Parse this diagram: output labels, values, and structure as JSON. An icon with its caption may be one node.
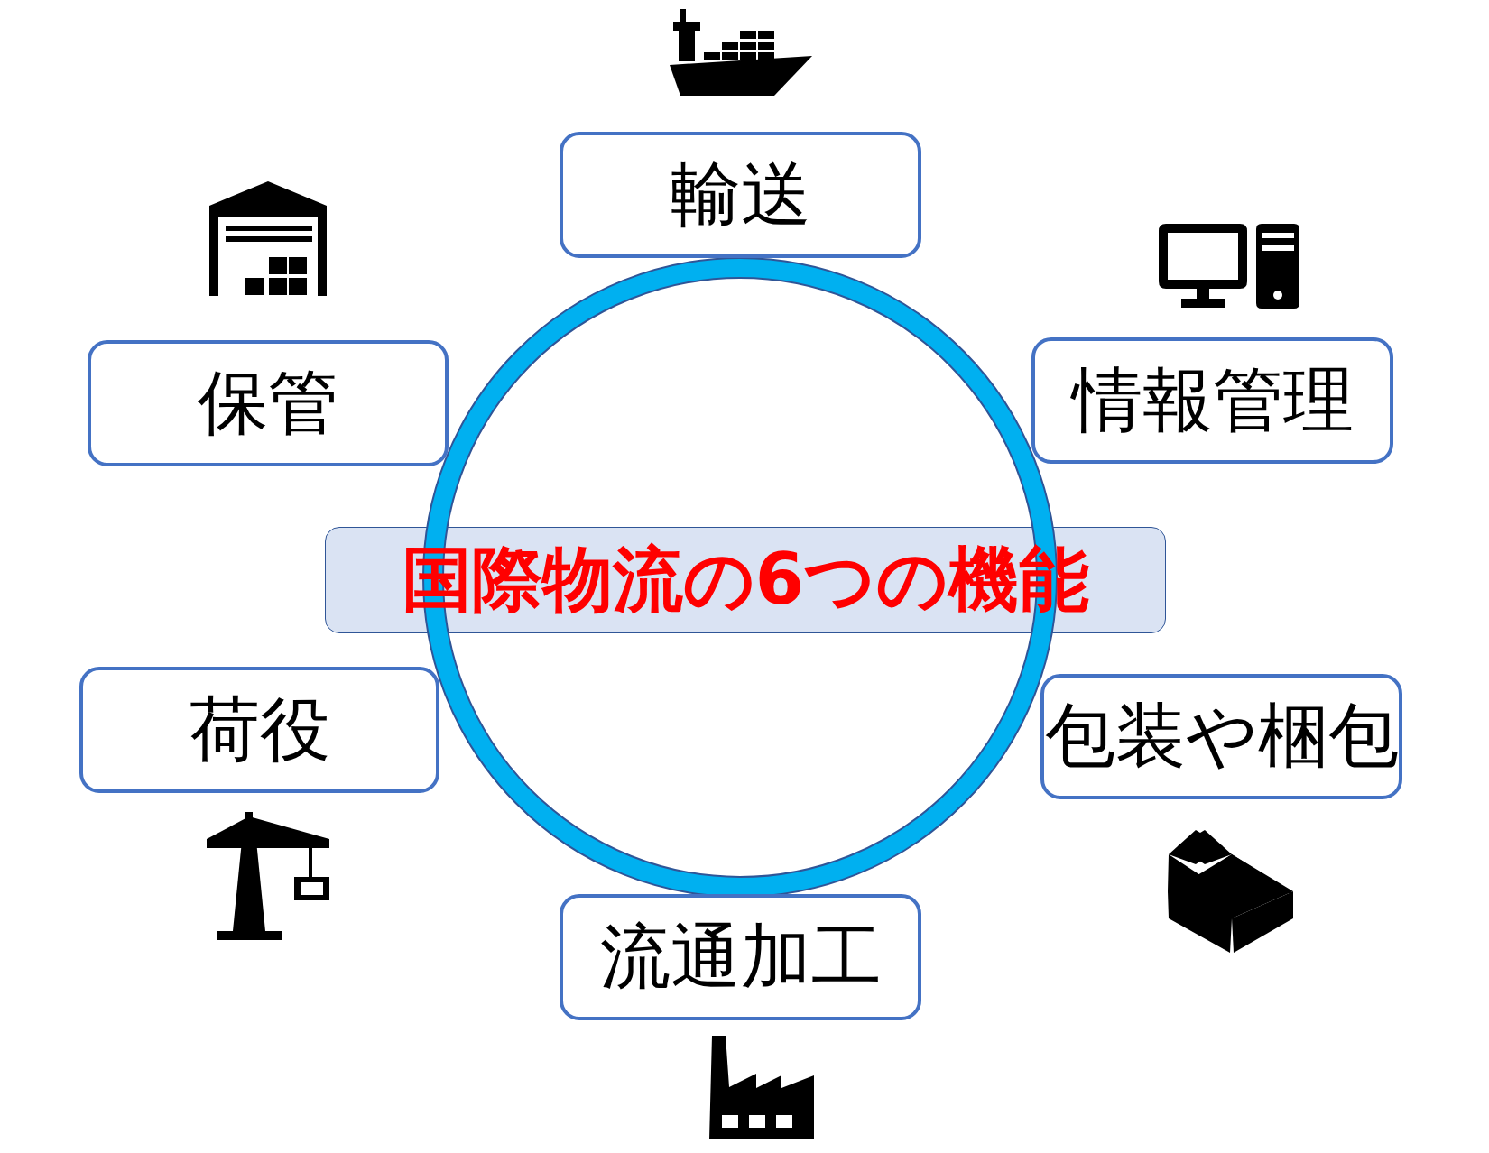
{
  "diagram": {
    "nodes": [
      {
        "text": [
          "輸送"
        ]
      },
      {
        "text": [
          "保管"
        ]
      },
      {
        "text": [
          "情報管理"
        ]
      },
      {
        "text": [
          "国際物流の6つの機能"
        ]
      },
      {
        "text": [
          "荷役"
        ]
      },
      {
        "text": [
          "包装や梱包"
        ]
      },
      {
        "text": [
          "流通加工"
        ]
      }
    ]
  }
}
